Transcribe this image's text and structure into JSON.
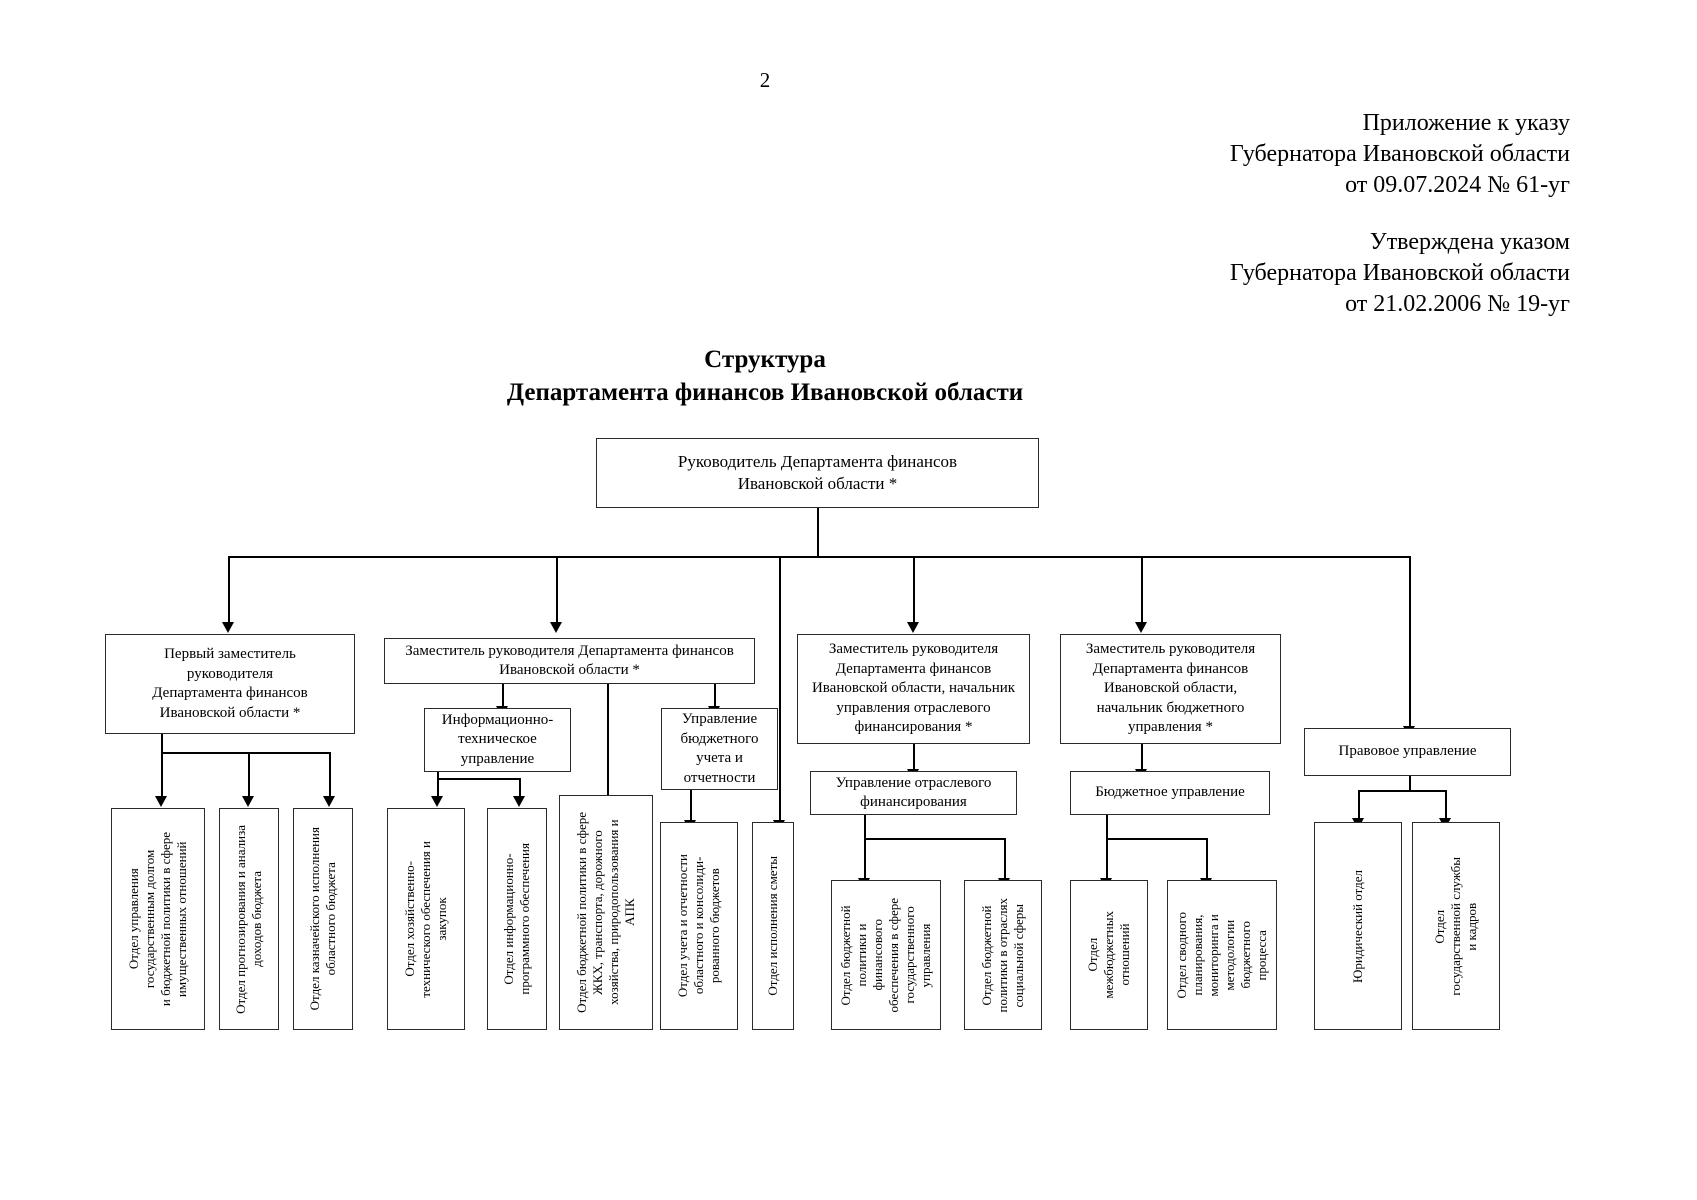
{
  "page": {
    "number": "2"
  },
  "reference_blocks": [
    {
      "lines": [
        "Приложение к указу",
        "Губернатора Ивановской области",
        "от 09.07.2024 № 61-уг"
      ]
    },
    {
      "lines": [
        "Утверждена указом",
        "Губернатора Ивановской области",
        "от 21.02.2006 № 19-уг"
      ]
    }
  ],
  "title": {
    "line1": "Структура",
    "line2": "Департамента финансов Ивановской области"
  },
  "chart_data": {
    "type": "diagram",
    "title": "Структура Департамента финансов Ивановской области",
    "nodes": {
      "root": "Руководитель Департамента финансов\nИвановской области *",
      "deputy_first": "Первый заместитель\nруководителя\nДепартамента финансов\nИвановской области *",
      "deputy_second": "Заместитель руководителя Департамента финансов\nИвановской области *",
      "deputy_branch": "Заместитель руководителя\nДепартамента финансов\nИвановской области, начальник\nуправления отраслевого\nфинансирования *",
      "deputy_budget": "Заместитель руководителя\nДепартамента финансов\nИвановской области,\nначальник бюджетного\nуправления *",
      "it_department": "Информационно-\nтехническое\nуправление",
      "accounting_department": "Управление\nбюджетного\nучета и\nотчетности",
      "branch_financing_department": "Управление отраслевого\nфинансирования",
      "budget_department": "Бюджетное управление",
      "legal_department": "Правовое управление",
      "otdel_debt": "Отдел управления\nгосударственным долгом\nи бюджетной политики в сфере\nимущественных отношений",
      "otdel_forecast": "Отдел прогнозирования и анализа\nдоходов бюджета",
      "otdel_treasury": "Отдел казначейского исполнения\nобластного бюджета",
      "otdel_economic": "Отдел хозяйственно-\nтехнического обеспечения и\nзакупок",
      "otdel_it": "Отдел информационно-\nпрограммного обеспечения",
      "otdel_jkh": "Отдел бюджетной политики в сфере\nЖКХ, транспорта, дорожного\nхозяйства, природопользования и\nАПК",
      "otdel_accounting": "Отдел учета и отчетности\nобластного и консолиди-\nрованного бюджетов",
      "otdel_estimate": "Отдел исполнения сметы",
      "otdel_budget_policy": "Отдел бюджетной\nполитики и\nфинансового\nобеспечения в сфере\nгосударственного\nуправления",
      "otdel_social": "Отдел бюджетной\nполитики в отраслях\nсоциальной сферы",
      "otdel_interbudget": "Отдел\nмежбюджетных\nотношений",
      "otdel_consolidated": "Отдел сводного\nпланирования,\nмониторинга и\nметодологии\nбюджетного\nпроцесса",
      "otdel_legal": "Юридический отдел",
      "otdel_hr": "Отдел\nгосударственной службы\nи кадров"
    },
    "edges": [
      [
        "root",
        "deputy_first"
      ],
      [
        "root",
        "deputy_second"
      ],
      [
        "root",
        "deputy_branch"
      ],
      [
        "root",
        "deputy_budget"
      ],
      [
        "root",
        "legal_department"
      ],
      [
        "root",
        "otdel_estimate"
      ],
      [
        "deputy_first",
        "otdel_debt"
      ],
      [
        "deputy_first",
        "otdel_forecast"
      ],
      [
        "deputy_first",
        "otdel_treasury"
      ],
      [
        "deputy_second",
        "it_department"
      ],
      [
        "deputy_second",
        "otdel_jkh"
      ],
      [
        "deputy_second",
        "accounting_department"
      ],
      [
        "it_department",
        "otdel_economic"
      ],
      [
        "it_department",
        "otdel_it"
      ],
      [
        "accounting_department",
        "otdel_accounting"
      ],
      [
        "deputy_branch",
        "branch_financing_department"
      ],
      [
        "branch_financing_department",
        "otdel_budget_policy"
      ],
      [
        "branch_financing_department",
        "otdel_social"
      ],
      [
        "deputy_budget",
        "budget_department"
      ],
      [
        "budget_department",
        "otdel_interbudget"
      ],
      [
        "budget_department",
        "otdel_consolidated"
      ],
      [
        "legal_department",
        "otdel_legal"
      ],
      [
        "legal_department",
        "otdel_hr"
      ]
    ]
  }
}
